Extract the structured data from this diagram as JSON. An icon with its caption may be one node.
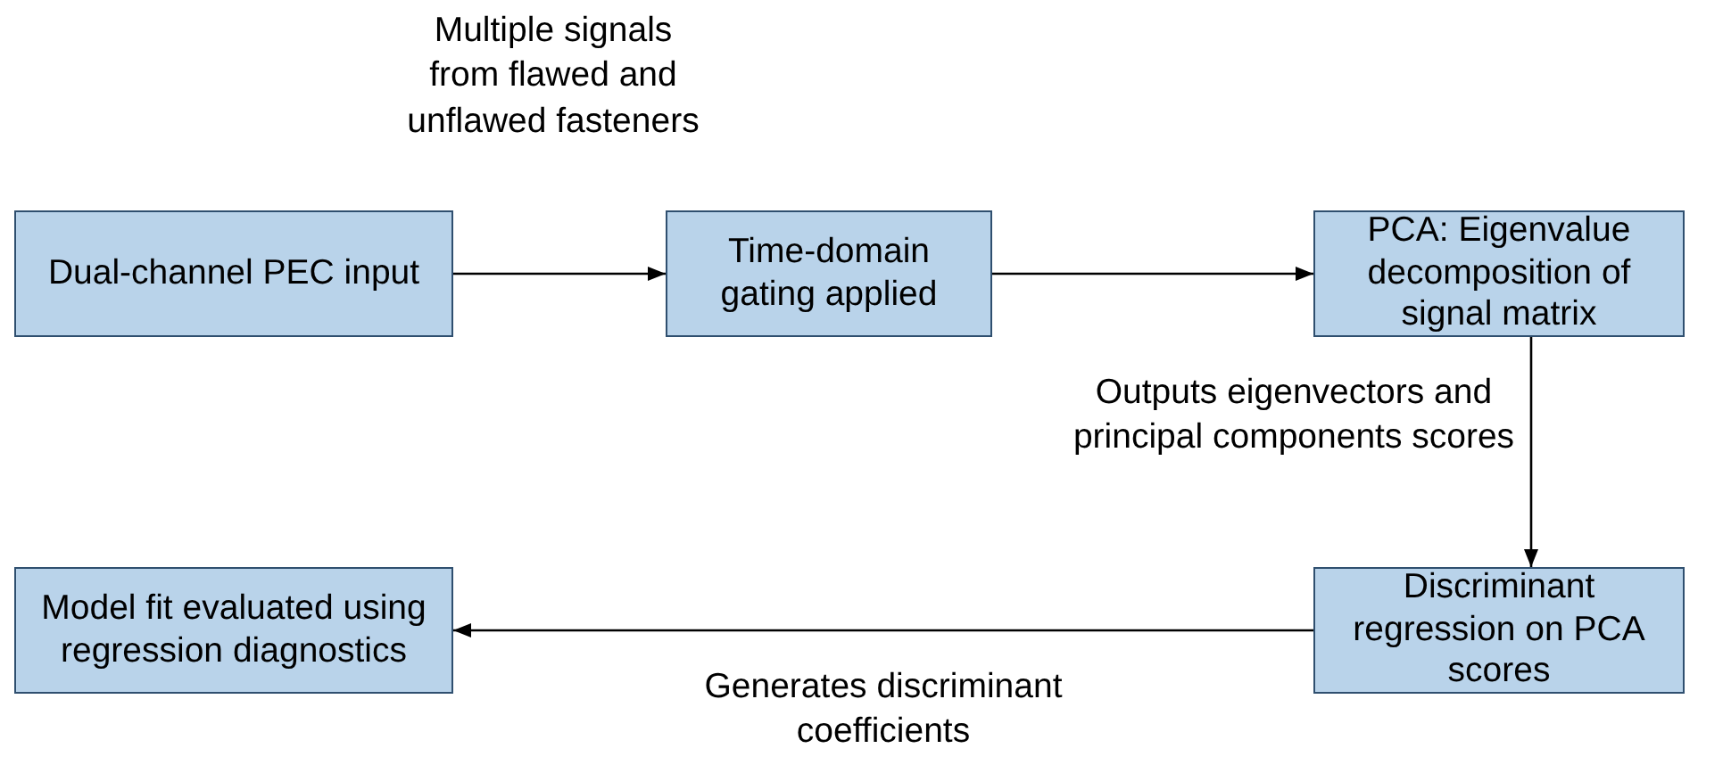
{
  "diagram": {
    "nodes": [
      {
        "text": [
          "Dual-channel PEC input"
        ]
      },
      {
        "text": [
          "Time-domain gating applied"
        ]
      },
      {
        "text": [
          "PCA: Eigenvalue decomposition of signal matrix"
        ]
      },
      {
        "text": [
          "Discriminant regression on PCA scores"
        ]
      },
      {
        "text": [
          "Model fit evaluated using regression diagnostics"
        ]
      }
    ],
    "edges": [
      {
        "from": 0,
        "to": 1,
        "arrow": "to",
        "label": "Multiple signals from flawed and unflawed fasteners"
      },
      {
        "from": 1,
        "to": 2,
        "arrow": "to"
      },
      {
        "from": 2,
        "to": 3,
        "arrow": "to",
        "label": "Outputs eigenvectors and principal components scores"
      },
      {
        "from": 3,
        "to": 4,
        "arrow": "to",
        "label": "Generates discriminant coefficients"
      }
    ]
  }
}
